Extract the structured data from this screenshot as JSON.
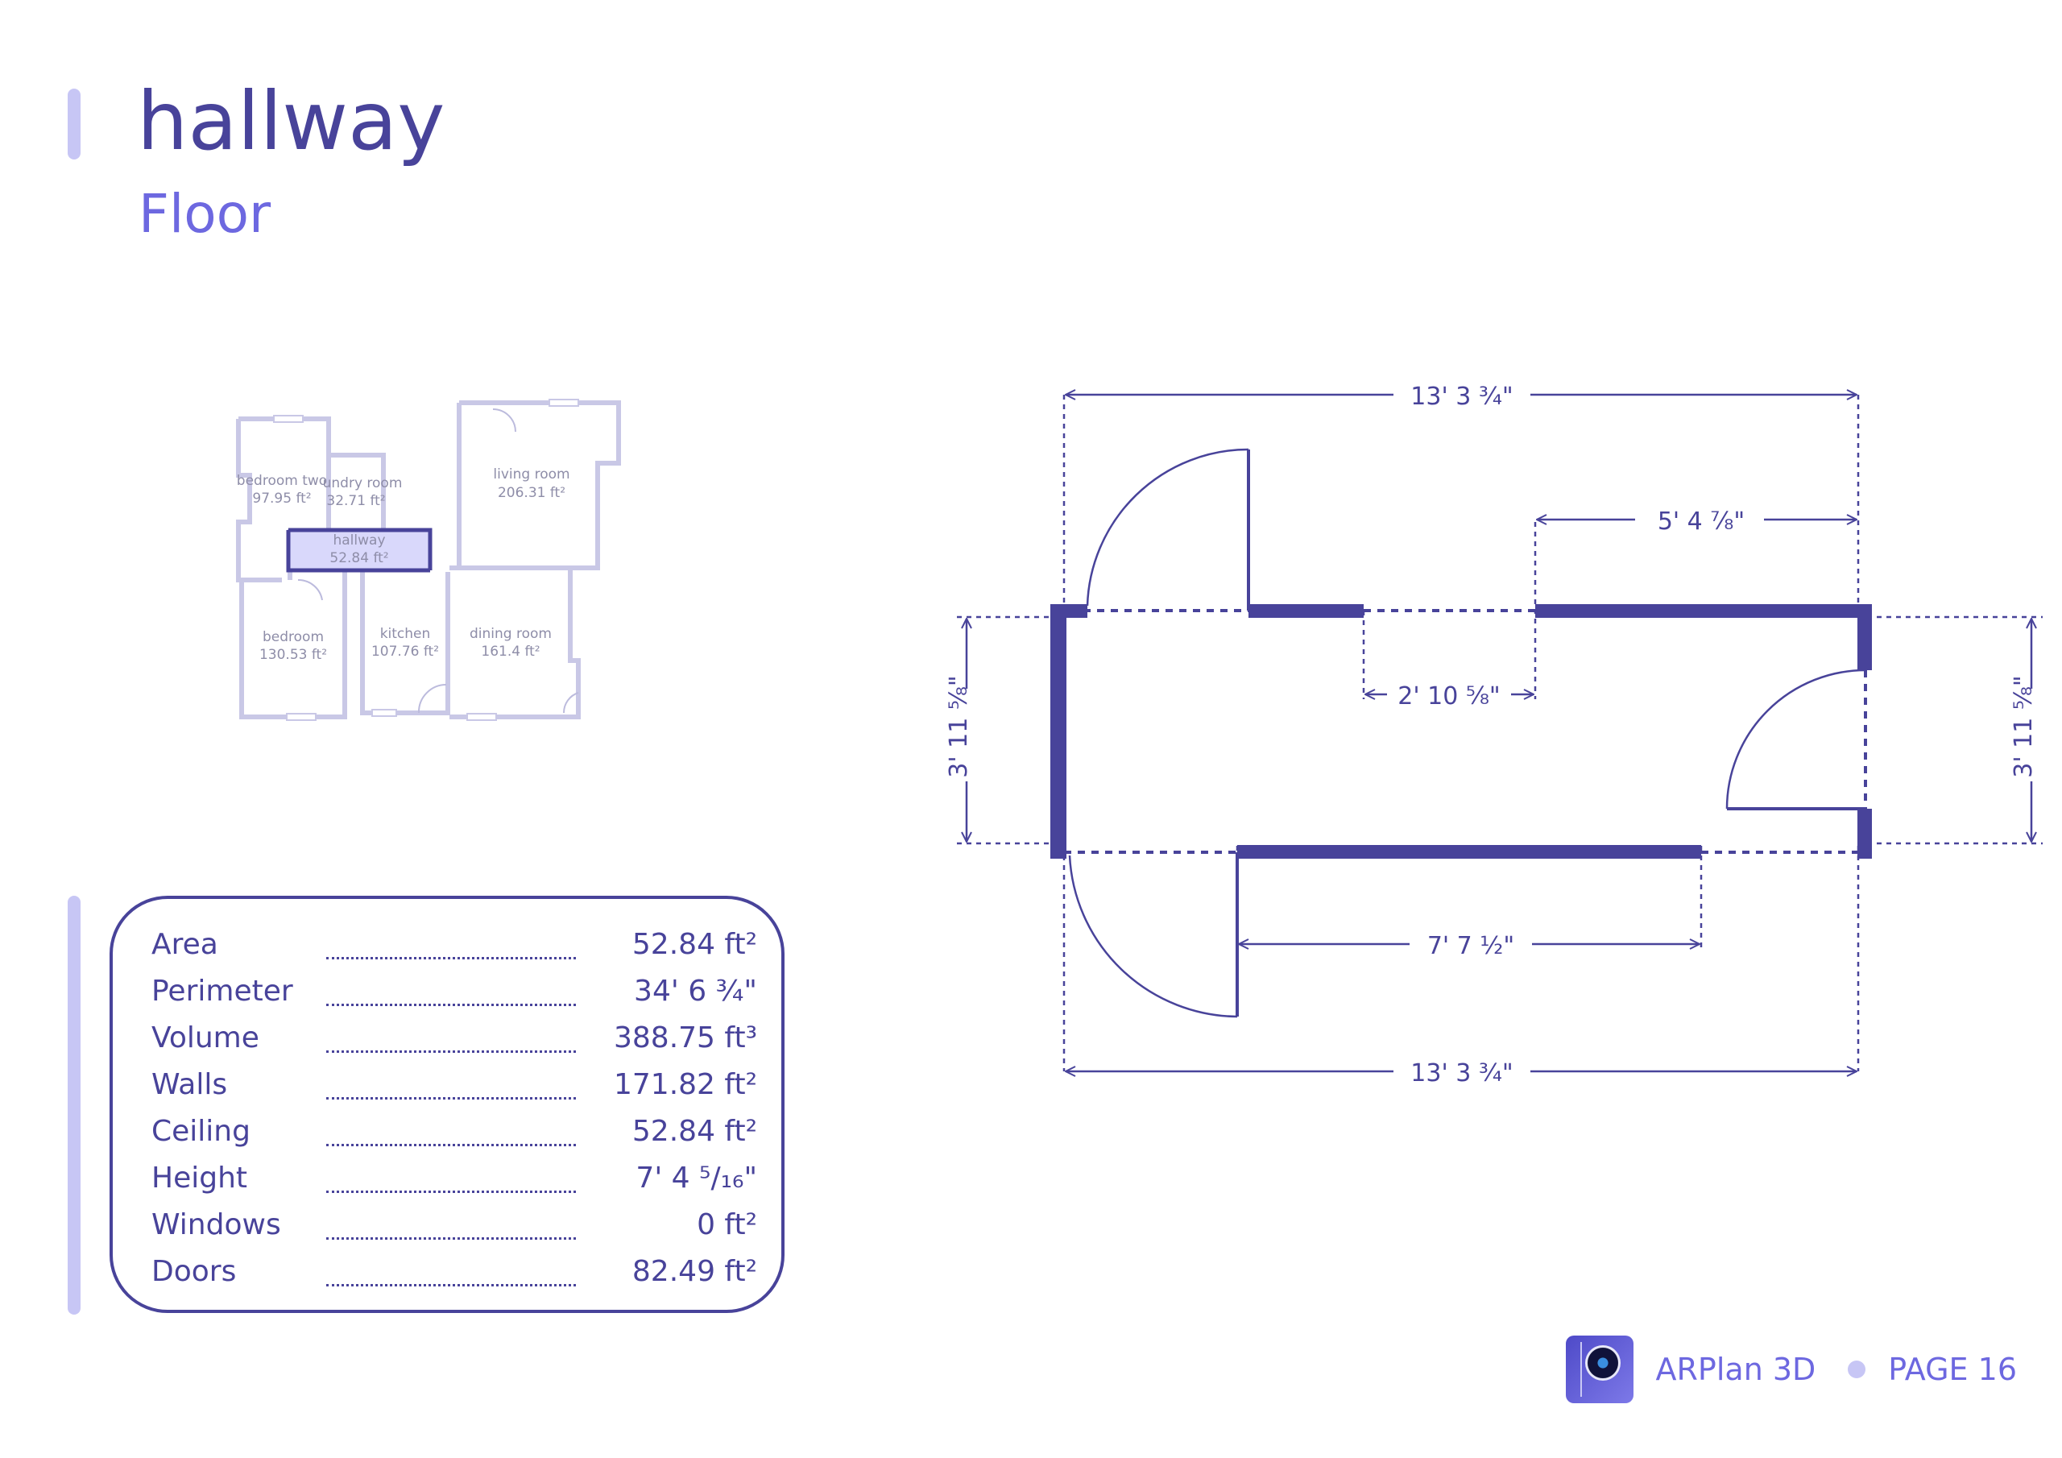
{
  "room": {
    "title": "hallway",
    "subtitle": "Floor"
  },
  "overview": {
    "rooms": [
      {
        "id": "bedroom-two",
        "name": "bedroom two",
        "area": "97.95 ft²"
      },
      {
        "id": "laundry-room",
        "name": "undry room",
        "area": "32.71 ft²"
      },
      {
        "id": "living-room",
        "name": "living room",
        "area": "206.31 ft²"
      },
      {
        "id": "hallway",
        "name": "hallway",
        "area": "52.84 ft²"
      },
      {
        "id": "bedroom",
        "name": "bedroom",
        "area": "130.53 ft²"
      },
      {
        "id": "kitchen",
        "name": "kitchen",
        "area": "107.76 ft²"
      },
      {
        "id": "dining-room",
        "name": "dining room",
        "area": "161.4 ft²"
      }
    ]
  },
  "plan": {
    "dimensions": {
      "top_width": "13' 3 ¾\"",
      "top_right_segment": "5' 4 ⅞\"",
      "top_opening": "2' 10 ⅝\"",
      "left_height": "3' 11 ⅝\"",
      "right_height": "3' 11 ⅝\"",
      "bottom_segment": "7' 7 ½\"",
      "bottom_width": "13' 3 ¾\""
    }
  },
  "stats": [
    {
      "label": "Area",
      "value": "52.84 ft²"
    },
    {
      "label": "Perimeter",
      "value": "34' 6 ¾\""
    },
    {
      "label": "Volume",
      "value": "388.75 ft³"
    },
    {
      "label": "Walls",
      "value": "171.82 ft²"
    },
    {
      "label": "Ceiling",
      "value": "52.84 ft²"
    },
    {
      "label": "Height",
      "value": "7' 4 ⁵/₁₆\""
    },
    {
      "label": "Windows",
      "value": "0 ft²"
    },
    {
      "label": "Doors",
      "value": "82.49 ft²"
    }
  ],
  "footer": {
    "app_name": "ARPlan 3D",
    "page_label": "PAGE 16",
    "logo_icon": "camera-lens-ruler-icon"
  },
  "colors": {
    "primary": "#48439a",
    "accent": "#6d68e0",
    "light": "#c7c6f5"
  }
}
